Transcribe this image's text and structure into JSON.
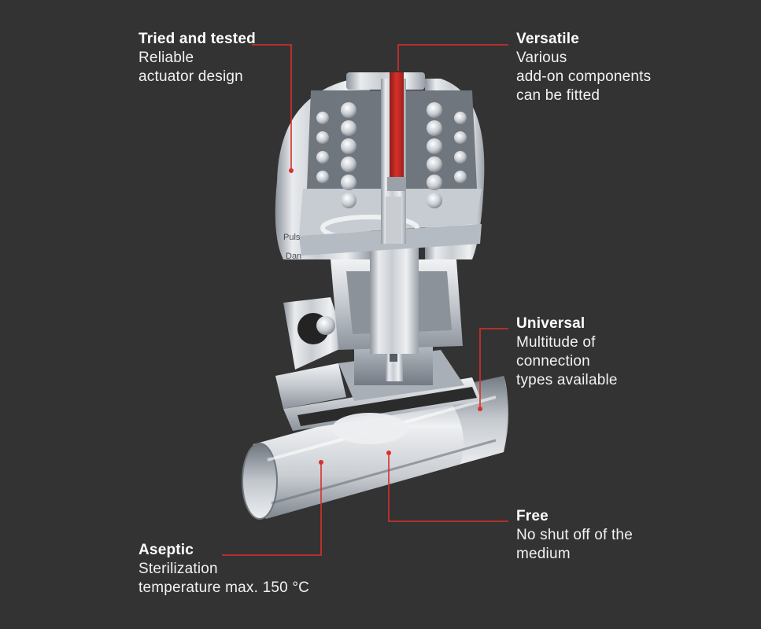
{
  "colors": {
    "background": "#333333",
    "accent_red": "#d9302b",
    "text": "#ffffff",
    "metal_light": "#e9ebee",
    "metal_mid": "#b9bec5",
    "metal_dark": "#7e858e",
    "gasket": "#2b2b2b"
  },
  "product_label": {
    "line1": "Puls",
    "line2": "Dan"
  },
  "callouts": {
    "tried": {
      "title": "Tried and tested",
      "lines": [
        "Reliable",
        "actuator design"
      ]
    },
    "versatile": {
      "title": "Versatile",
      "lines": [
        "Various",
        "add-on components",
        "can be fitted"
      ]
    },
    "universal": {
      "title": "Universal",
      "lines": [
        "Multitude of",
        "connection",
        "types available"
      ]
    },
    "free": {
      "title": "Free",
      "lines": [
        "No shut off of the",
        "medium"
      ]
    },
    "aseptic": {
      "title": "Aseptic",
      "lines": [
        "Sterilization",
        "temperature max. 150 °C"
      ]
    }
  }
}
